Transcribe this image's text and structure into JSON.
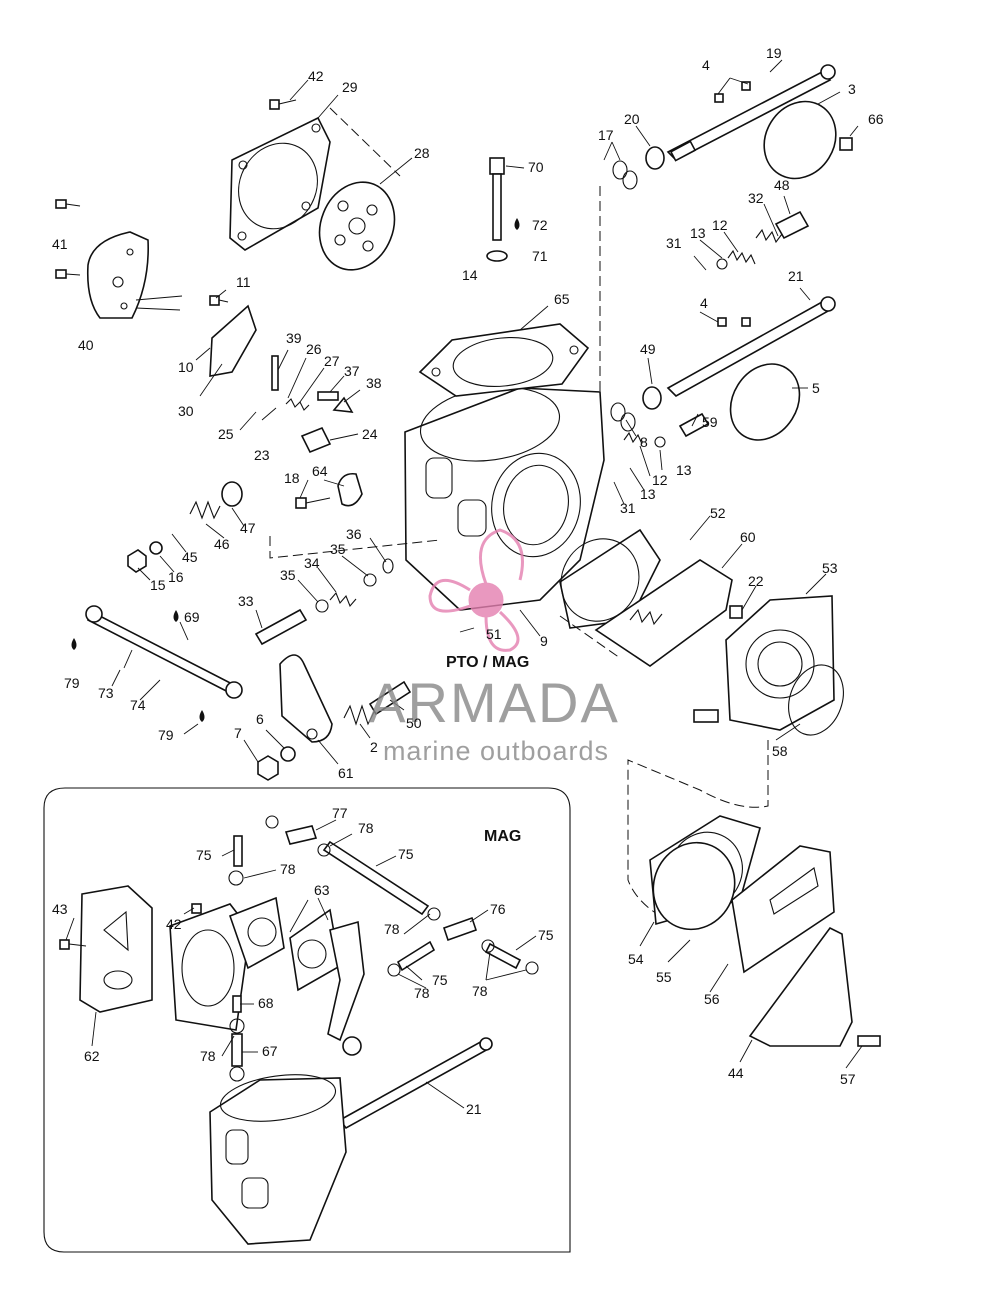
{
  "section_titles": {
    "main": "PTO / MAG",
    "inset": "MAG"
  },
  "watermark": {
    "brand": "ARMADA",
    "tagline": "marine outboards",
    "brand_color": "#888888",
    "accent_color": "#e47fb0"
  },
  "callouts": [
    {
      "id": "c19",
      "text": "19"
    },
    {
      "id": "c4a",
      "text": "4"
    },
    {
      "id": "c3",
      "text": "3"
    },
    {
      "id": "c66",
      "text": "66"
    },
    {
      "id": "c17",
      "text": "17"
    },
    {
      "id": "c20",
      "text": "20"
    },
    {
      "id": "c42a",
      "text": "42"
    },
    {
      "id": "c29",
      "text": "29"
    },
    {
      "id": "c28",
      "text": "28"
    },
    {
      "id": "c70",
      "text": "70"
    },
    {
      "id": "c72",
      "text": "72"
    },
    {
      "id": "c71",
      "text": "71"
    },
    {
      "id": "c14",
      "text": "14"
    },
    {
      "id": "c48",
      "text": "48"
    },
    {
      "id": "c32",
      "text": "32"
    },
    {
      "id": "c12a",
      "text": "12"
    },
    {
      "id": "c13a",
      "text": "13"
    },
    {
      "id": "c31a",
      "text": "31"
    },
    {
      "id": "c21a",
      "text": "21"
    },
    {
      "id": "c41",
      "text": "41"
    },
    {
      "id": "c40",
      "text": "40"
    },
    {
      "id": "c11",
      "text": "11"
    },
    {
      "id": "c10",
      "text": "10"
    },
    {
      "id": "c30",
      "text": "30"
    },
    {
      "id": "c39",
      "text": "39"
    },
    {
      "id": "c26",
      "text": "26"
    },
    {
      "id": "c27",
      "text": "27"
    },
    {
      "id": "c37",
      "text": "37"
    },
    {
      "id": "c38",
      "text": "38"
    },
    {
      "id": "c65",
      "text": "65"
    },
    {
      "id": "c4b",
      "text": "4"
    },
    {
      "id": "c49",
      "text": "49"
    },
    {
      "id": "c5",
      "text": "5"
    },
    {
      "id": "c25",
      "text": "25"
    },
    {
      "id": "c24",
      "text": "24"
    },
    {
      "id": "c23",
      "text": "23"
    },
    {
      "id": "c8",
      "text": "8"
    },
    {
      "id": "c59",
      "text": "59"
    },
    {
      "id": "c12b",
      "text": "12"
    },
    {
      "id": "c13b",
      "text": "13"
    },
    {
      "id": "c13c",
      "text": "13"
    },
    {
      "id": "c64",
      "text": "64"
    },
    {
      "id": "c18",
      "text": "18"
    },
    {
      "id": "c31b",
      "text": "31"
    },
    {
      "id": "c47",
      "text": "47"
    },
    {
      "id": "c46",
      "text": "46"
    },
    {
      "id": "c45",
      "text": "45"
    },
    {
      "id": "c16",
      "text": "16"
    },
    {
      "id": "c15",
      "text": "15"
    },
    {
      "id": "c36",
      "text": "36"
    },
    {
      "id": "c35a",
      "text": "35"
    },
    {
      "id": "c34",
      "text": "34"
    },
    {
      "id": "c35b",
      "text": "35"
    },
    {
      "id": "c52",
      "text": "52"
    },
    {
      "id": "c60",
      "text": "60"
    },
    {
      "id": "c53",
      "text": "53"
    },
    {
      "id": "c22",
      "text": "22"
    },
    {
      "id": "c33",
      "text": "33"
    },
    {
      "id": "c69",
      "text": "69"
    },
    {
      "id": "c79a",
      "text": "79"
    },
    {
      "id": "c73",
      "text": "73"
    },
    {
      "id": "c74",
      "text": "74"
    },
    {
      "id": "c51",
      "text": "51"
    },
    {
      "id": "c9",
      "text": "9"
    },
    {
      "id": "c50",
      "text": "50"
    },
    {
      "id": "c79b",
      "text": "79"
    },
    {
      "id": "c7",
      "text": "7"
    },
    {
      "id": "c6",
      "text": "6"
    },
    {
      "id": "c2",
      "text": "2"
    },
    {
      "id": "c61",
      "text": "61"
    },
    {
      "id": "c58",
      "text": "58"
    },
    {
      "id": "c77",
      "text": "77"
    },
    {
      "id": "c78a",
      "text": "78"
    },
    {
      "id": "c75a",
      "text": "75"
    },
    {
      "id": "c75b",
      "text": "75"
    },
    {
      "id": "c78b",
      "text": "78"
    },
    {
      "id": "c63",
      "text": "63"
    },
    {
      "id": "c43",
      "text": "43"
    },
    {
      "id": "c42b",
      "text": "42"
    },
    {
      "id": "c76",
      "text": "76"
    },
    {
      "id": "c78c",
      "text": "78"
    },
    {
      "id": "c75c",
      "text": "75"
    },
    {
      "id": "c78d",
      "text": "78"
    },
    {
      "id": "c75d",
      "text": "75"
    },
    {
      "id": "c78e",
      "text": "78"
    },
    {
      "id": "c68",
      "text": "68"
    },
    {
      "id": "c62",
      "text": "62"
    },
    {
      "id": "c78f",
      "text": "78"
    },
    {
      "id": "c67",
      "text": "67"
    },
    {
      "id": "c21b",
      "text": "21"
    },
    {
      "id": "c54",
      "text": "54"
    },
    {
      "id": "c55",
      "text": "55"
    },
    {
      "id": "c56",
      "text": "56"
    },
    {
      "id": "c44",
      "text": "44"
    },
    {
      "id": "c57",
      "text": "57"
    }
  ]
}
